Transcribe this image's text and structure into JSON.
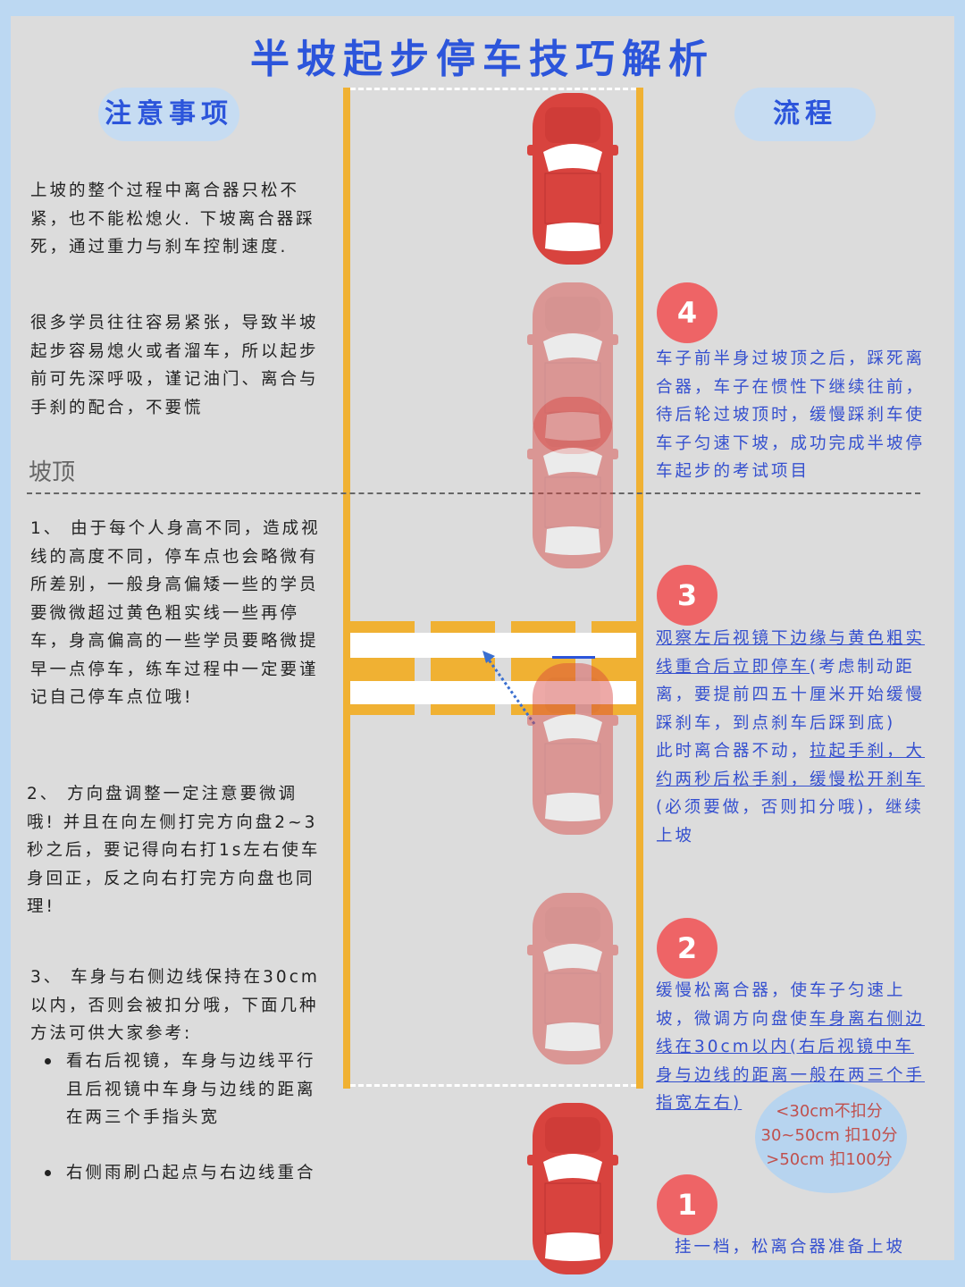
{
  "title": "半坡起步停车技巧解析",
  "left_heading": "注意事项",
  "right_heading": "流程",
  "notes": [
    "上坡的整个过程中离合器只松不紧，也不能松熄火. 下坡离合器踩死，通过重力与刹车控制速度.",
    "很多学员往往容易紧张，导致半坡起步容易熄火或者溜车，所以起步前可先深呼吸，谨记油门、离合与手刹的配合，不要慌"
  ],
  "slope_top_label": "坡顶",
  "tips": [
    "1、 由于每个人身高不同，造成视线的高度不同，停车点也会略微有所差别，一般身高偏矮一些的学员要微微超过黄色粗实线一些再停车，身高偏高的一些学员要略微提早一点停车，练车过程中一定要谨记自己停车点位哦!",
    "2、 方向盘调整一定注意要微调哦! 并且在向左侧打完方向盘2~3秒之后，要记得向右打1s左右使车身回正，反之向右打完方向盘也同理!",
    "3、 车身与右侧边线保持在30cm以内，否则会被扣分哦，下面几种方法可供大家参考:"
  ],
  "tip3_bullets": [
    "看右后视镜，车身与边线平行且后视镜中车身与边线的距离在两三个手指头宽",
    "右侧雨刷凸起点与右边线重合"
  ],
  "steps": {
    "s4": {
      "num": "4",
      "text": "车子前半身过坡顶之后，踩死离合器，车子在惯性下继续往前，待后轮过坡顶时，缓慢踩刹车使车子匀速下坡，成功完成半坡停车起步的考试项目"
    },
    "s3": {
      "num": "3",
      "a": "观察左后视镜下边缘与黄色粗实线重合后立即停车",
      "b": "(考虑制动距离，要提前四五十厘米开始缓慢踩刹车，到点刹车后踩到底)",
      "c": "此时离合器不动，",
      "d": "拉起手刹，大约两秒后松手刹，缓慢松开刹车",
      "e": "(必须要做，否则扣分哦)，继续上坡"
    },
    "s2": {
      "num": "2",
      "a": "缓慢松离合器，使车子匀速上坡，微调方向盘使",
      "b": "车身离右侧边线在30cm以内",
      "c": "(右后视镜中车身与边线的距离一般在两三个手指宽左右)"
    },
    "s1": {
      "num": "1",
      "text": "挂一档，松离合器准备上坡"
    }
  },
  "bubble": [
    "<30cm不扣分",
    "30~50cm 扣10分",
    ">50cm 扣100分"
  ],
  "colors": {
    "accent": "#2c55db",
    "number_badge": "#ee6466",
    "lane": "#f0b133",
    "car": "#d8433e"
  }
}
